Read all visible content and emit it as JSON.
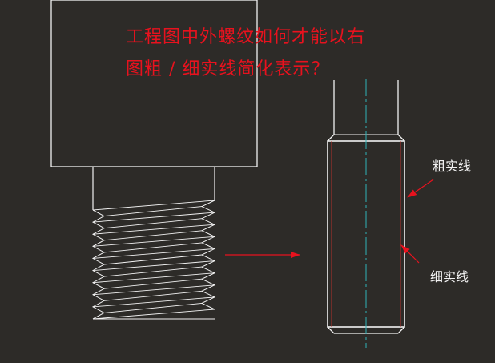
{
  "question": {
    "line1": "工程图中外螺纹如何才能以右",
    "line2": "图粗 / 细实线简化表示？"
  },
  "labels": {
    "thick_line": "粗实线",
    "thin_line": "细实线"
  },
  "colors": {
    "background": "#2d2b28",
    "drawing_lines": "#f2f2f2",
    "question_text": "#e8121e",
    "label_text": "#f2f2f2",
    "arrow": "#e8121e",
    "thin_thread_line": "#c0322c",
    "centerline": "#2fb3b8"
  },
  "thread": {
    "crest_count": 9
  }
}
